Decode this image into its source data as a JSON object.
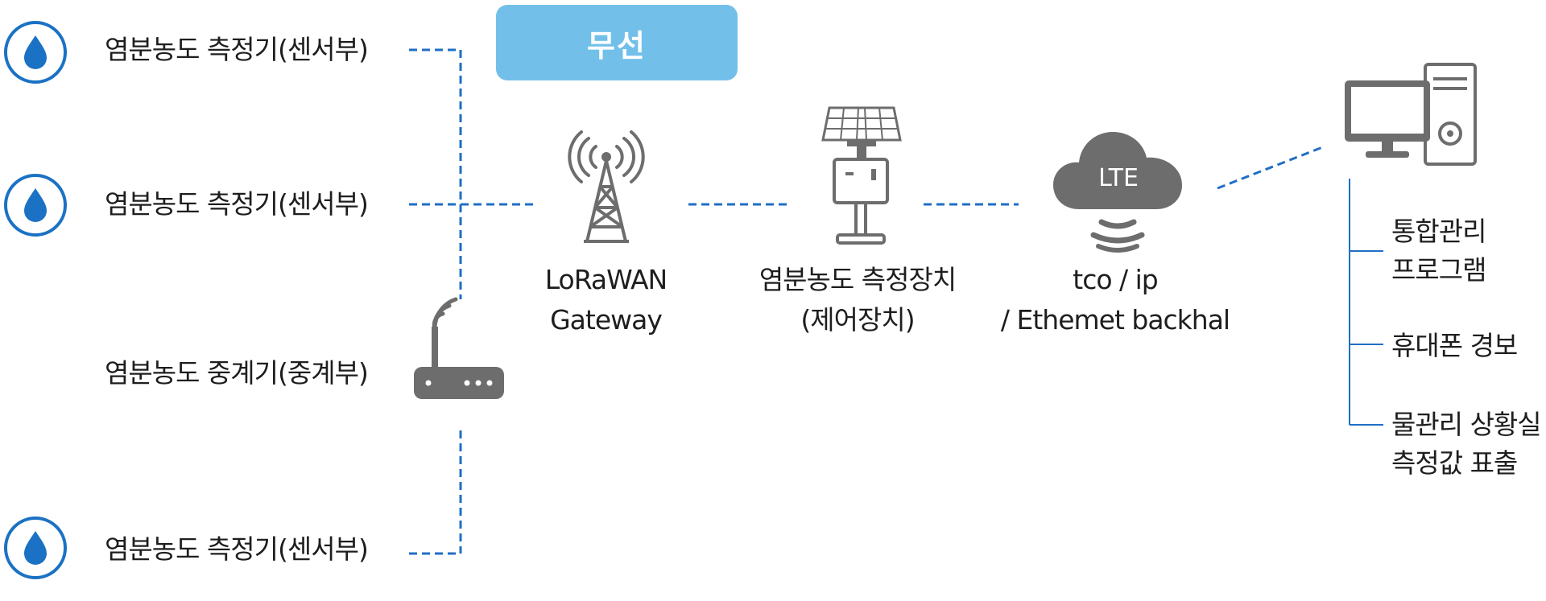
{
  "badge": {
    "label": "무선"
  },
  "sensors": [
    {
      "label": "염분농도 측정기(센서부)",
      "icon": "water-drop-icon"
    },
    {
      "label": "염분농도 측정기(센서부)",
      "icon": "water-drop-icon"
    },
    {
      "label": "염분농도 측정기(센서부)",
      "icon": "water-drop-icon"
    }
  ],
  "repeater": {
    "label": "염분농도 중계기(중계부)",
    "icon": "router-icon"
  },
  "gateway": {
    "line1": "LoRaWAN",
    "line2": "Gateway",
    "icon": "antenna-tower-icon"
  },
  "controller": {
    "line1": "염분농도 측정장치",
    "line2": "(제어장치)",
    "icon": "solar-station-icon"
  },
  "network": {
    "cloud_text": "LTE",
    "line1": "tco / ip",
    "line2": "/ Ethemet backhal",
    "icon": "cloud-icon"
  },
  "server": {
    "icon": "computer-icon"
  },
  "outputs": [
    {
      "line1": "통합관리",
      "line2": "프로그램"
    },
    {
      "line1": "휴대폰 경보",
      "line2": ""
    },
    {
      "line1": "물관리 상황실",
      "line2": "측정값 표출"
    }
  ],
  "colors": {
    "accent": "#72c0ea",
    "line": "#1f6fc5",
    "icon_gray": "#6d6d6d",
    "drop": "#1b72c4"
  }
}
